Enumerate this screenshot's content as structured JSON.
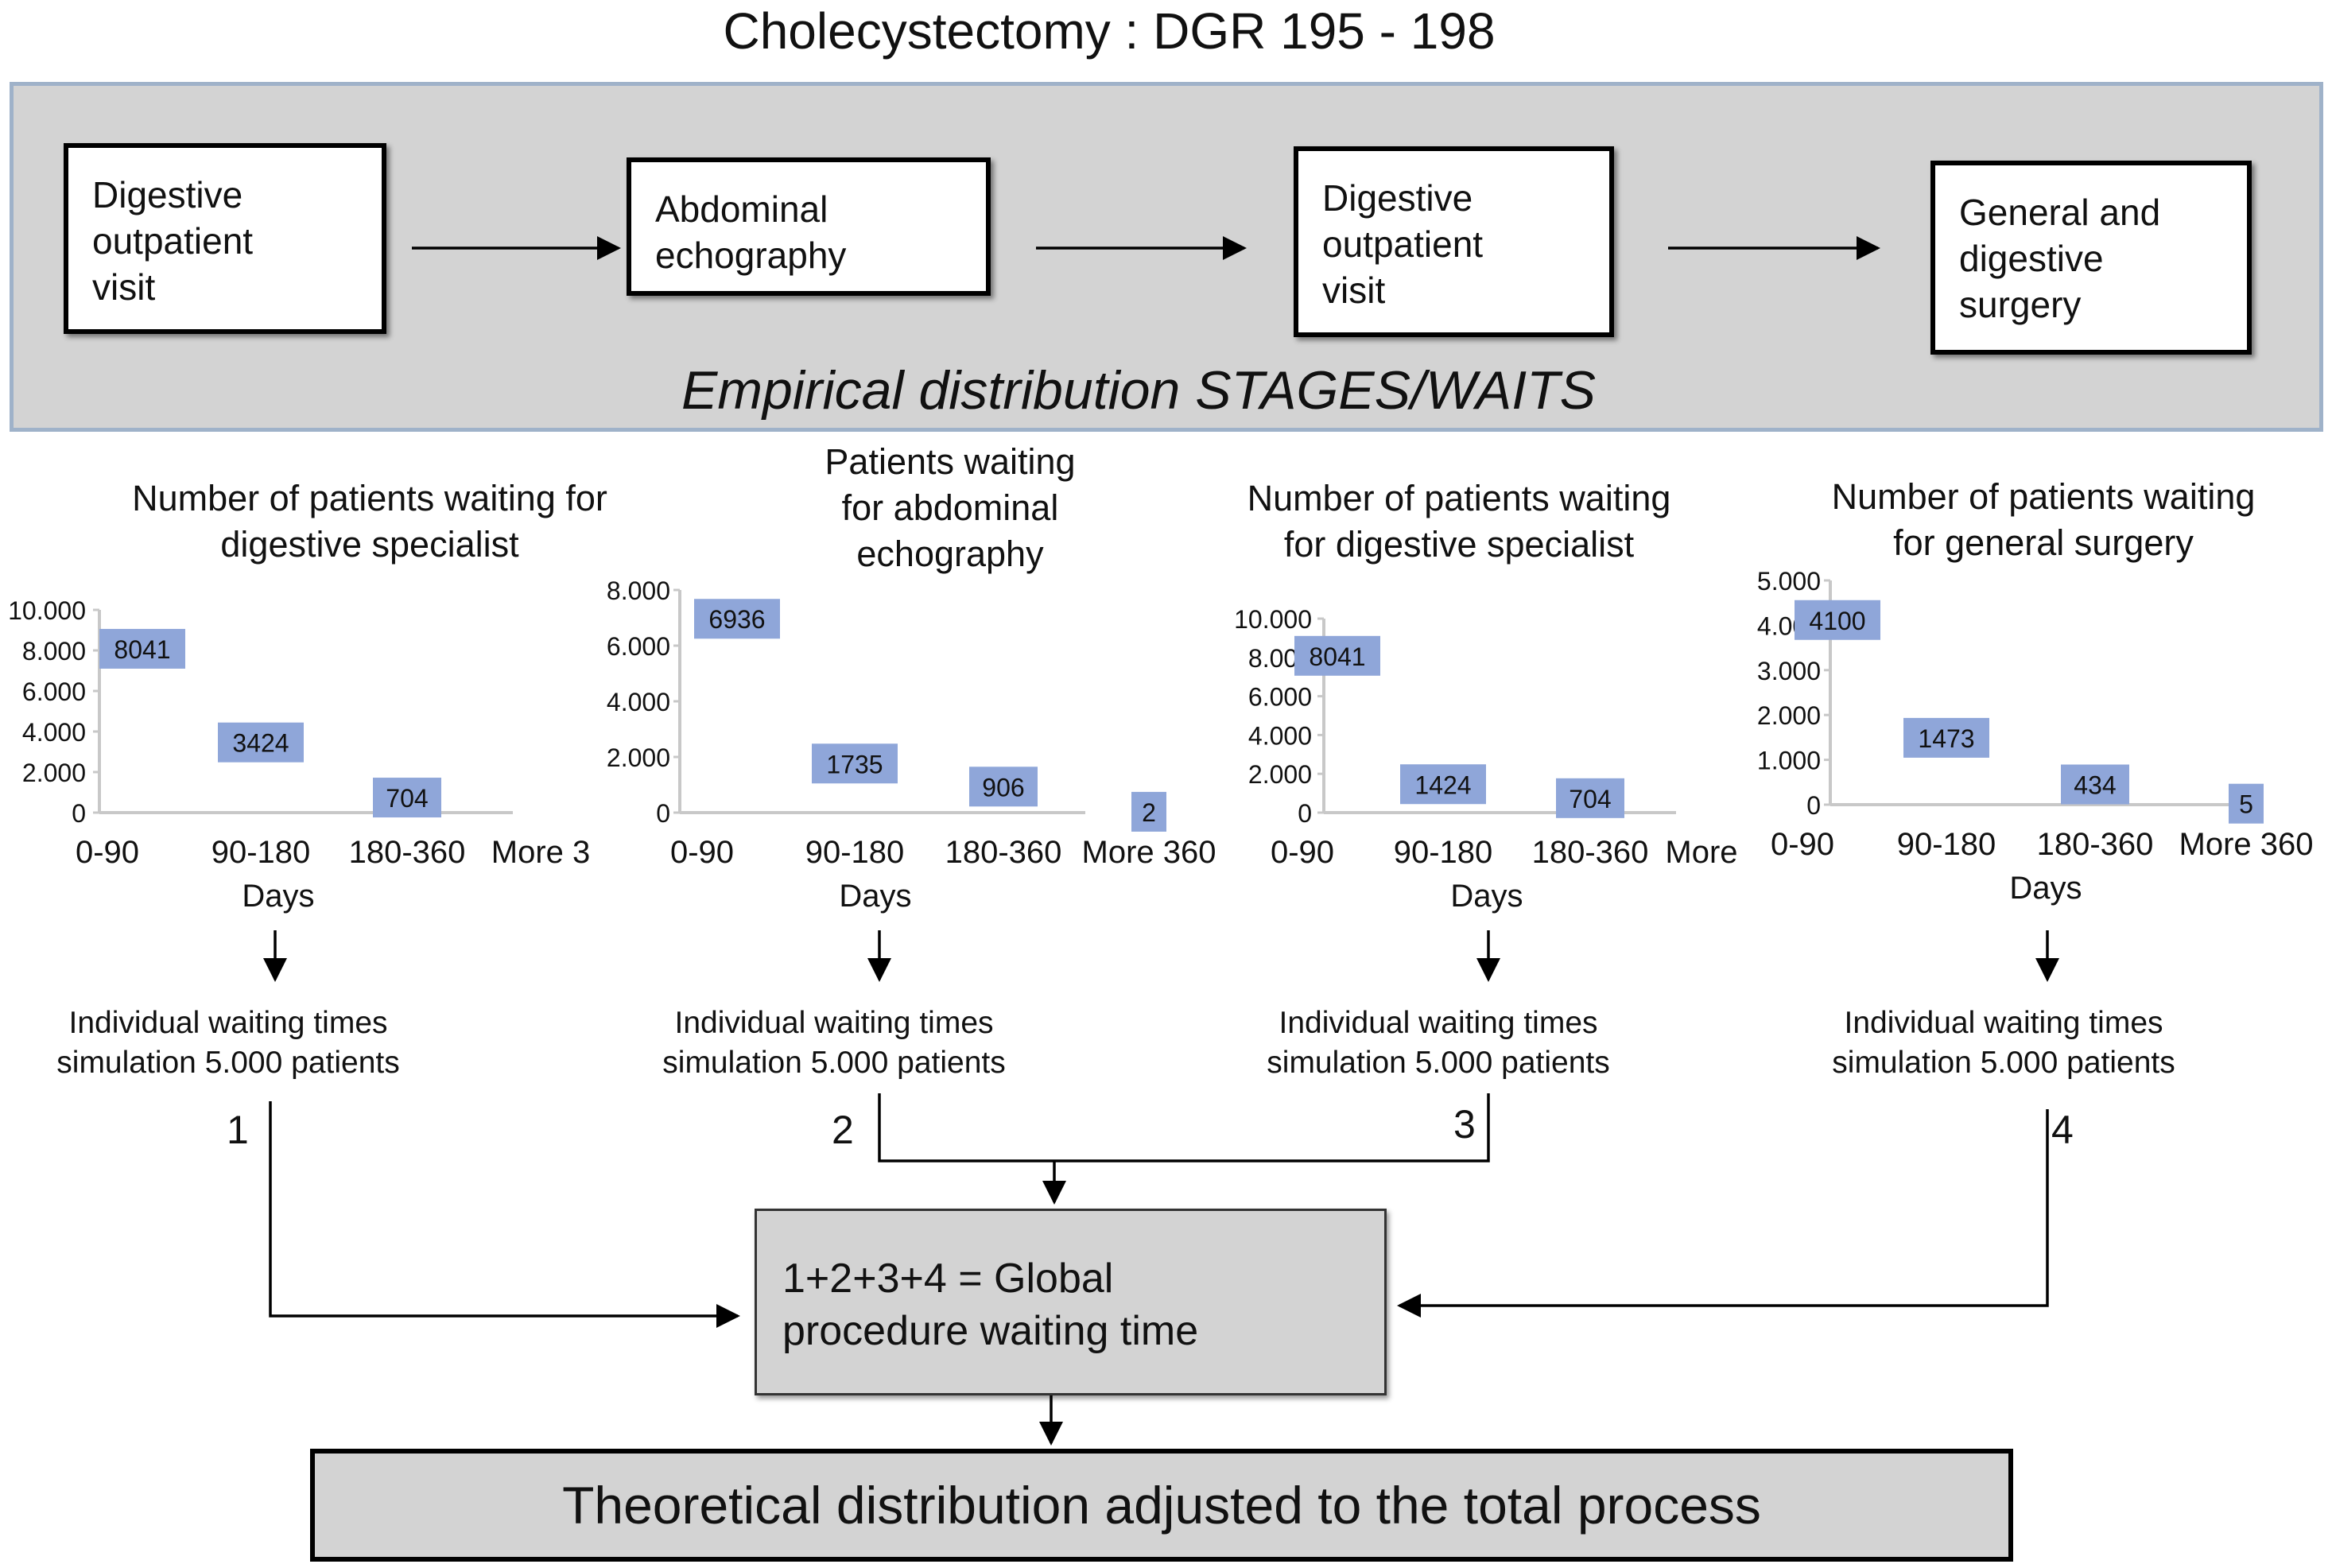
{
  "title": "Cholecystectomy : DGR 195 - 198",
  "stages": [
    {
      "label": "Digestive\noutpatient\nvisit"
    },
    {
      "label": "Abdominal\nechography"
    },
    {
      "label": "Digestive\noutpatient\nvisit"
    },
    {
      "label": "General and\ndigestive\nsurgery"
    }
  ],
  "panel_caption": "Empirical distribution STAGES/WAITS",
  "chart_data": [
    {
      "type": "bar",
      "title": "Number of patients waiting for\ndigestive specialist",
      "categories": [
        "0-90",
        "90-180",
        "180-360",
        "More 3"
      ],
      "values": [
        8041,
        3424,
        704,
        null
      ],
      "value_labels": [
        "8041",
        "3424",
        "704",
        ""
      ],
      "xlabel": "Days",
      "ylim": [
        0,
        10000
      ],
      "yticks": [
        0,
        2000,
        4000,
        6000,
        8000,
        10000
      ],
      "ytick_labels": [
        "0",
        "2.000",
        "4.000",
        "6.000",
        "8.000",
        "10.000"
      ]
    },
    {
      "type": "bar",
      "title": "Patients waiting\nfor abdominal\nechography",
      "categories": [
        "0-90",
        "90-180",
        "180-360",
        "More 360"
      ],
      "values": [
        6936,
        1735,
        906,
        2
      ],
      "value_labels": [
        "6936",
        "1735",
        "906",
        "2"
      ],
      "xlabel": "Days",
      "ylim": [
        0,
        8000
      ],
      "yticks": [
        0,
        2000,
        4000,
        6000,
        8000
      ],
      "ytick_labels": [
        "0",
        "2.000",
        "4.000",
        "6.000",
        "8.000"
      ]
    },
    {
      "type": "bar",
      "title": "Number of patients waiting\nfor digestive specialist",
      "categories": [
        "0-90",
        "90-180",
        "180-360",
        "More"
      ],
      "values": [
        8041,
        1424,
        704,
        null
      ],
      "value_labels": [
        "8041",
        "1424",
        "704",
        ""
      ],
      "xlabel": "Days",
      "ylim": [
        0,
        10000
      ],
      "yticks": [
        0,
        2000,
        4000,
        6000,
        8000,
        10000
      ],
      "ytick_labels": [
        "0",
        "2.000",
        "4.000",
        "6.000",
        "8.000",
        "10.000"
      ]
    },
    {
      "type": "bar",
      "title": "Number of patients waiting\nfor general surgery",
      "categories": [
        "0-90",
        "90-180",
        "180-360",
        "More 360"
      ],
      "values": [
        4100,
        1473,
        434,
        5
      ],
      "value_labels": [
        "4100",
        "1473",
        "434",
        "5"
      ],
      "xlabel": "Days",
      "ylim": [
        0,
        5000
      ],
      "yticks": [
        0,
        1000,
        2000,
        3000,
        4000,
        5000
      ],
      "ytick_labels": [
        "0",
        "1.000",
        "2.000",
        "3.000",
        "4.000",
        "5.000"
      ]
    }
  ],
  "simulation_label": "Individual waiting times\nsimulation 5.000 patients",
  "step_numbers": [
    "1",
    "2",
    "3",
    "4"
  ],
  "global_box": "1+2+3+4 = Global\nprocedure waiting time",
  "final_box": "Theoretical distribution adjusted to the total process",
  "colors": {
    "label_fill": "#8fa6d9",
    "panel_bg": "#d3d3d3",
    "panel_border": "#9fb2c9",
    "axis": "#c8c8c8"
  }
}
